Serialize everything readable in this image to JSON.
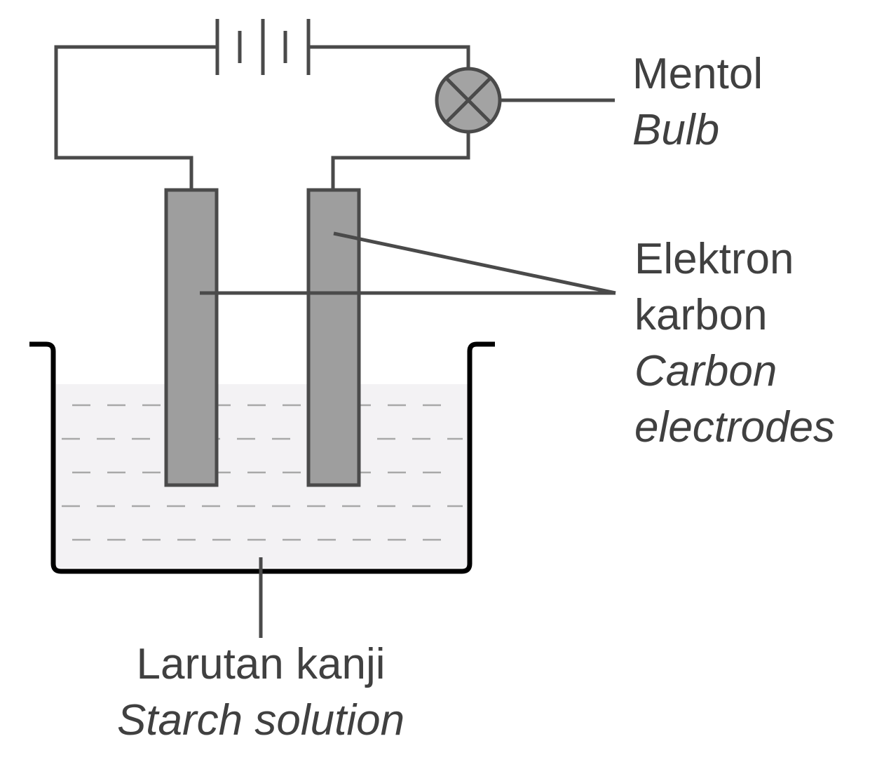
{
  "labels": {
    "bulb": {
      "malay": "Mentol",
      "english": "Bulb"
    },
    "electrodes": {
      "malay_line1": "Elektron",
      "malay_line2": "karbon",
      "english_line1": "Carbon",
      "english_line2": "electrodes"
    },
    "solution": {
      "malay": "Larutan kanji",
      "english": "Starch solution"
    }
  },
  "colors": {
    "stroke": "#4a4a4a",
    "beaker_outline": "#000000",
    "electrode_fill": "#9e9e9e",
    "bulb_fill": "#a3a3a3",
    "solution_fill": "#f3f2f4",
    "solution_dash": "#a8a8a8",
    "text": "#404040"
  }
}
